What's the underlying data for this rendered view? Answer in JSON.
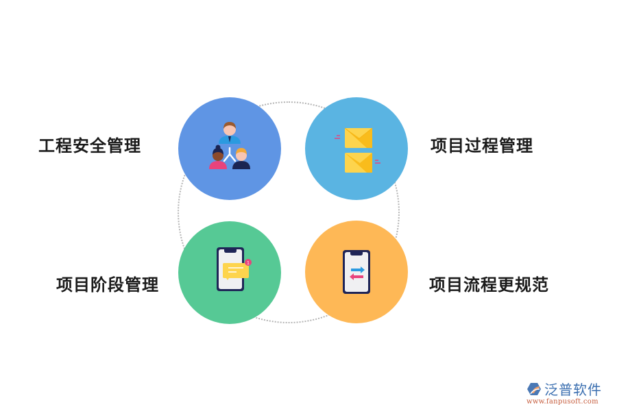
{
  "diagram": {
    "items": [
      {
        "label": "工程安全管理",
        "icon": "team-hierarchy-icon",
        "color": "#5f95e4"
      },
      {
        "label": "项目过程管理",
        "icon": "envelopes-icon",
        "color": "#5ab4e2"
      },
      {
        "label": "项目阶段管理",
        "icon": "phone-message-notification-icon",
        "color": "#56c995"
      },
      {
        "label": "项目流程更规范",
        "icon": "phone-transfer-arrows-icon",
        "color": "#feb856"
      }
    ],
    "notification_count": "1"
  },
  "brand": {
    "name": "泛普软件",
    "url": "www.fanpusoft.com"
  }
}
